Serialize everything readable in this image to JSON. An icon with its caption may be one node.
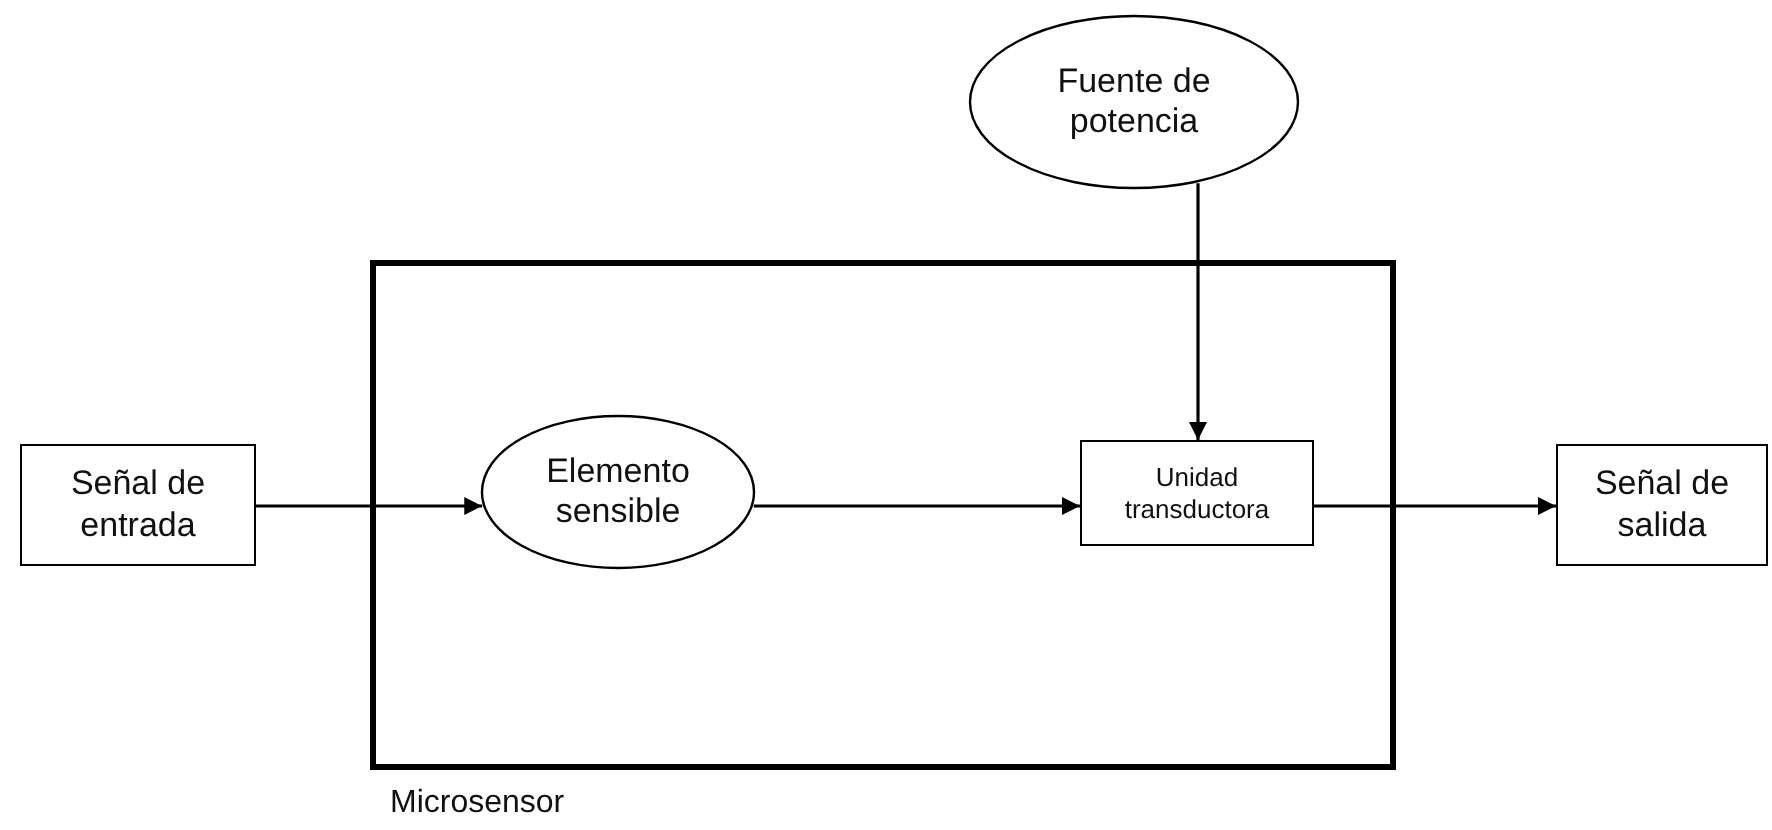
{
  "diagram": {
    "nodes": [
      {
        "text": [
          "Microsensor"
        ]
      },
      {
        "text": [
          "Señal de entrada"
        ]
      },
      {
        "text": [
          "Elemento sensible"
        ],
        "in": 0
      },
      {
        "text": [
          "Unidad transductora"
        ],
        "in": 0
      },
      {
        "text": [
          "Fuente de potencia"
        ]
      },
      {
        "text": [
          "Señal de salida"
        ]
      }
    ],
    "edges": [
      {
        "from": 1,
        "to": 2,
        "arrow": "to"
      },
      {
        "from": 2,
        "to": 3,
        "arrow": "to"
      },
      {
        "from": 4,
        "to": 3,
        "arrow": "to"
      },
      {
        "from": 3,
        "to": 5,
        "arrow": "to"
      }
    ]
  }
}
